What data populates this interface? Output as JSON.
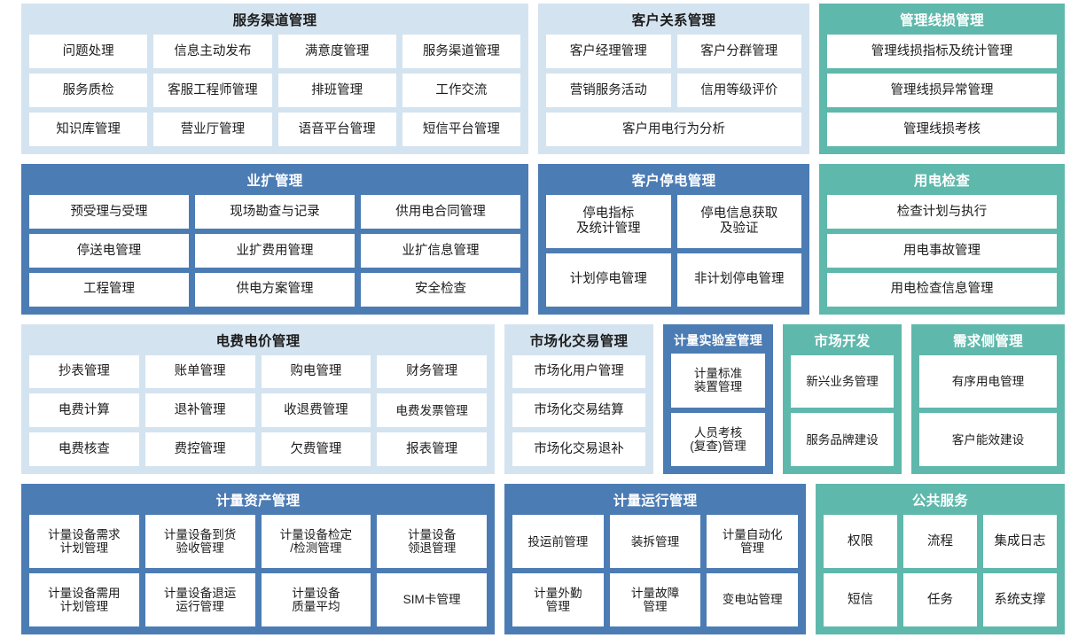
{
  "colors": {
    "light_blue": "#d4e3f0",
    "dark_blue": "#4c7cb4",
    "teal": "#5fb8ac",
    "tile_bg": "#ffffff",
    "page_bg": "#ffffff"
  },
  "rows": [
    {
      "cards": [
        {
          "title": "服务渠道管理",
          "theme": "lightblue",
          "tiles": [
            [
              "问题处理",
              "信息主动发布",
              "满意度管理",
              "服务渠道管理"
            ],
            [
              "服务质检",
              "客服工程师管理",
              "排班管理",
              "工作交流"
            ],
            [
              "知识库管理",
              "营业厅管理",
              "语音平台管理",
              "短信平台管理"
            ]
          ]
        },
        {
          "title": "客户关系管理",
          "theme": "lightblue",
          "tiles": [
            [
              "客户经理管理",
              "客户分群管理"
            ],
            [
              "营销服务活动",
              "信用等级评价"
            ],
            [
              "客户用电行为分析"
            ]
          ]
        },
        {
          "title": "管理线损管理",
          "theme": "teal",
          "tiles": [
            [
              "管理线损指标及统计管理"
            ],
            [
              "管理线损异常管理"
            ],
            [
              "管理线损考核"
            ]
          ]
        }
      ]
    },
    {
      "cards": [
        {
          "title": "业扩管理",
          "theme": "darkblue",
          "tiles": [
            [
              "预受理与受理",
              "现场勘查与记录",
              "供用电合同管理"
            ],
            [
              "停送电管理",
              "业扩费用管理",
              "业扩信息管理"
            ],
            [
              "工程管理",
              "供电方案管理",
              "安全检查"
            ]
          ]
        },
        {
          "title": "客户停电管理",
          "theme": "darkblue",
          "tiles": [
            [
              "停电指标\n及统计管理",
              "停电信息获取\n及验证"
            ],
            [
              "计划停电管理",
              "非计划停电管理"
            ]
          ]
        },
        {
          "title": "用电检查",
          "theme": "teal",
          "tiles": [
            [
              "检查计划与执行"
            ],
            [
              "用电事故管理"
            ],
            [
              "用电检查信息管理"
            ]
          ]
        }
      ]
    },
    {
      "cards": [
        {
          "title": "电费电价管理",
          "theme": "lightblue",
          "tiles": [
            [
              "抄表管理",
              "账单管理",
              "购电管理",
              "财务管理"
            ],
            [
              "电费计算",
              "退补管理",
              "收退费管理",
              "电费发票管理"
            ],
            [
              "电费核查",
              "费控管理",
              "欠费管理",
              "报表管理"
            ]
          ]
        },
        {
          "title": "市场化交易管理",
          "theme": "lightblue",
          "tiles": [
            [
              "市场化用户管理"
            ],
            [
              "市场化交易结算"
            ],
            [
              "市场化交易退补"
            ]
          ]
        },
        {
          "title": "计量实验室管理",
          "theme": "darkblue",
          "tiles": [
            [
              "计量标准\n装置管理"
            ],
            [
              "人员考核\n(复查)管理"
            ]
          ]
        },
        {
          "title": "市场开发",
          "theme": "teal",
          "tiles": [
            [
              "新兴业务管理"
            ],
            [
              "服务品牌建设"
            ]
          ]
        },
        {
          "title": "需求侧管理",
          "theme": "teal",
          "tiles": [
            [
              "有序用电管理"
            ],
            [
              "客户能效建设"
            ]
          ]
        }
      ]
    },
    {
      "cards": [
        {
          "title": "计量资产管理",
          "theme": "darkblue",
          "tiles": [
            [
              "计量设备需求\n计划管理",
              "计量设备到货\n验收管理",
              "计量设备检定\n/检测管理",
              "计量设备\n领退管理"
            ],
            [
              "计量设备需用\n计划管理",
              "计量设备退运\n运行管理",
              "计量设备\n质量平均",
              "SIM卡管理"
            ]
          ]
        },
        {
          "title": "计量运行管理",
          "theme": "darkblue",
          "tiles": [
            [
              "投运前管理",
              "装拆管理",
              "计量自动化\n管理"
            ],
            [
              "计量外勤\n管理",
              "计量故障\n管理",
              "变电站管理"
            ]
          ]
        },
        {
          "title": "公共服务",
          "theme": "teal",
          "tiles": [
            [
              "权限",
              "流程",
              "集成日志"
            ],
            [
              "短信",
              "任务",
              "系统支撑"
            ]
          ]
        }
      ]
    }
  ]
}
